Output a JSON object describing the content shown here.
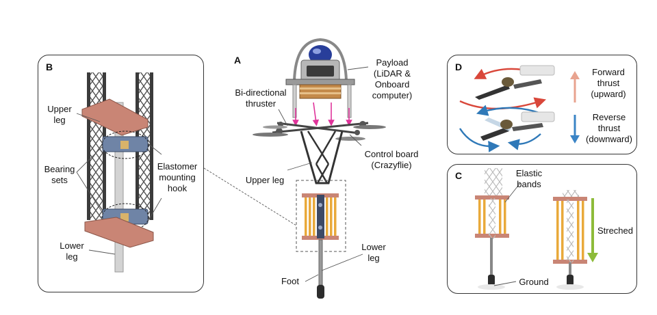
{
  "panels": {
    "a": {
      "letter": "A"
    },
    "b": {
      "letter": "B"
    },
    "c": {
      "letter": "C"
    },
    "d": {
      "letter": "D"
    }
  },
  "labels": {
    "payload": [
      "Payload",
      "(LiDAR &",
      "Onboard",
      "computer)"
    ],
    "thruster": [
      "Bi-directional",
      "thruster"
    ],
    "control_board": [
      "Control board",
      "(Crazyflie)"
    ],
    "upper_leg_a": [
      "Upper leg"
    ],
    "lower_leg_a": [
      "Lower",
      "leg"
    ],
    "foot": [
      "Foot"
    ],
    "upper_leg_b": [
      "Upper",
      "leg"
    ],
    "bearing_sets": [
      "Bearing",
      "sets"
    ],
    "elastomer": [
      "Elastomer",
      "mounting",
      "hook"
    ],
    "lower_leg_b": [
      "Lower",
      "leg"
    ],
    "forward_thrust": [
      "Forward",
      "thrust",
      "(upward)"
    ],
    "reverse_thrust": [
      "Reverse",
      "thrust",
      "(downward)"
    ],
    "elastic_bands": [
      "Elastic",
      "bands"
    ],
    "stretched": [
      "Streched"
    ],
    "ground": [
      "Ground"
    ]
  },
  "colors": {
    "forward_arrow": "#e8a38f",
    "reverse_arrow": "#3a84c6",
    "stretch_arrow": "#8dbb3a",
    "rotation_red": "#d9473a",
    "rotation_blue": "#2f79b8",
    "thrust_pink": "#e0339a",
    "band_orange": "#e9a93a",
    "mount_pink": "#c98575",
    "bearing_blue": "#6f84a6",
    "frame_dark": "#3b3b3b"
  }
}
